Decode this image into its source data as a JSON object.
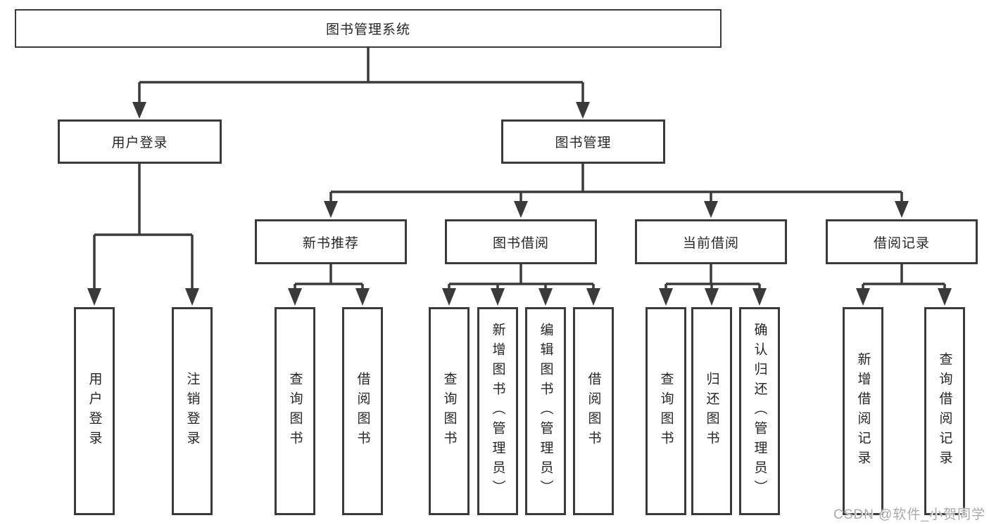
{
  "watermark": "CSDN @软件_小贺同学",
  "colors": {
    "line": "#3a3a3a",
    "border": "#3a3a3a",
    "text": "#262626",
    "watermark": "#a9a9a9",
    "background": "#ffffff"
  },
  "tree": {
    "root": "图书管理系统",
    "branches": [
      {
        "label": "用户登录",
        "children": [
          "用户登录",
          "注销登录"
        ]
      },
      {
        "label": "图书管理",
        "groups": [
          {
            "label": "新书推荐",
            "children": [
              "查询图书",
              "借阅图书"
            ]
          },
          {
            "label": "图书借阅",
            "children": [
              "查询图书",
              "新增图书（管理员）",
              "编辑图书（管理员）",
              "借阅图书"
            ]
          },
          {
            "label": "当前借阅",
            "children": [
              "查询图书",
              "归还图书",
              "确认归还（管理员）"
            ]
          },
          {
            "label": "借阅记录",
            "children": [
              "新增借阅记录",
              "查询借阅记录"
            ]
          }
        ]
      }
    ]
  }
}
